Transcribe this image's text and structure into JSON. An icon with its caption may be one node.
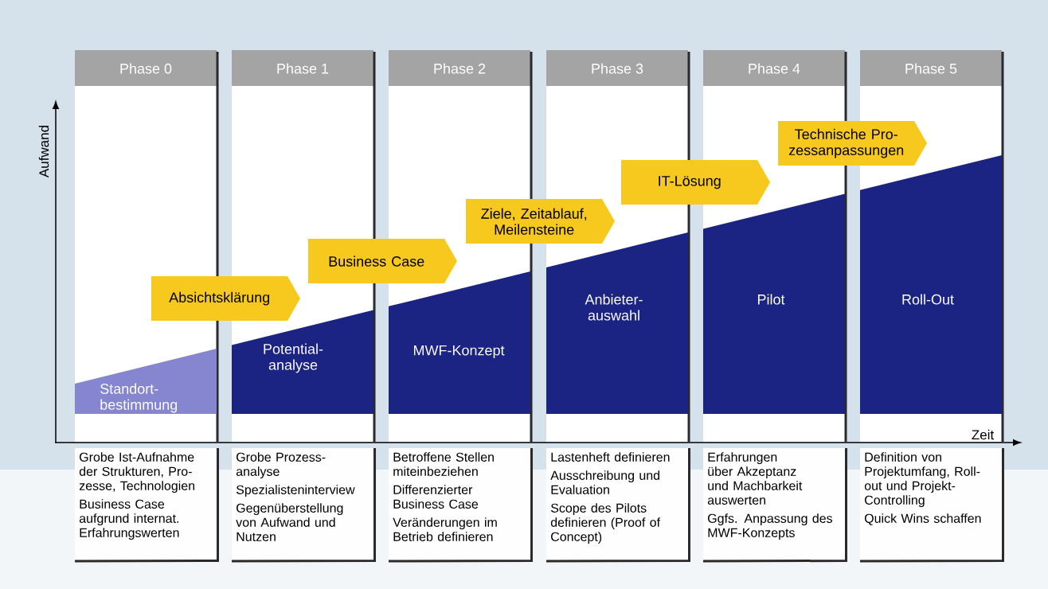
{
  "diagram": {
    "nodes": [
      {
        "text": [
          "Phase 0"
        ]
      },
      {
        "text": [
          "Standort- bestimmung"
        ],
        "in": 0
      },
      {
        "text": [
          "Phase 1"
        ]
      },
      {
        "text": [
          "Potential- analyse"
        ],
        "in": 2
      },
      {
        "text": [
          "Phase 2"
        ]
      },
      {
        "text": [
          "MWF-Konzept"
        ],
        "in": 4
      },
      {
        "text": [
          "Phase 3"
        ]
      },
      {
        "text": [
          "Anbieter- auswahl"
        ],
        "in": 6
      },
      {
        "text": [
          "Phase 4"
        ]
      },
      {
        "text": [
          "Pilot"
        ],
        "in": 8
      },
      {
        "text": [
          "Phase 5"
        ]
      },
      {
        "text": [
          "Roll-Out"
        ],
        "in": 10
      },
      {
        "text": [
          "Absichtsklärung"
        ]
      },
      {
        "text": [
          "Business Case"
        ]
      },
      {
        "text": [
          "Ziele, Zeitablauf, Meilensteine"
        ]
      },
      {
        "text": [
          "IT-Lösung"
        ]
      },
      {
        "text": [
          "Technische Pro- zessanpassungen"
        ]
      },
      {
        "text": [
          "Grobe Ist-Aufnahme der Strukturen, Pro- zesse, Technologien",
          "Business Case aufgrund internat. Erfahrungswerten"
        ]
      },
      {
        "text": [
          "Grobe Prozess- analyse",
          "Spezialisteninterview",
          "Gegenüberstellung von Aufwand und Nutzen"
        ]
      },
      {
        "text": [
          "Betroffene Stellen miteinbeziehen",
          "Differenzierter Business Case",
          "Veränderungen im Betrieb definieren"
        ]
      },
      {
        "text": [
          "Lastenheft definieren",
          "Ausschreibung und Evaluation",
          "Scope des Pilots definieren (Proof of Concept)"
        ]
      },
      {
        "text": [
          "Erfahrungen über Akzeptanz und Machbarkeit auswerten",
          "Ggfs. Anpassung des MWF-Konzepts"
        ]
      },
      {
        "text": [
          "Definition von Projektumfang, Roll- out und Projekt- Controlling",
          "Quick Wins schaffen"
        ]
      }
    ],
    "labels": [
      "Aufwand",
      "Zeit"
    ]
  }
}
